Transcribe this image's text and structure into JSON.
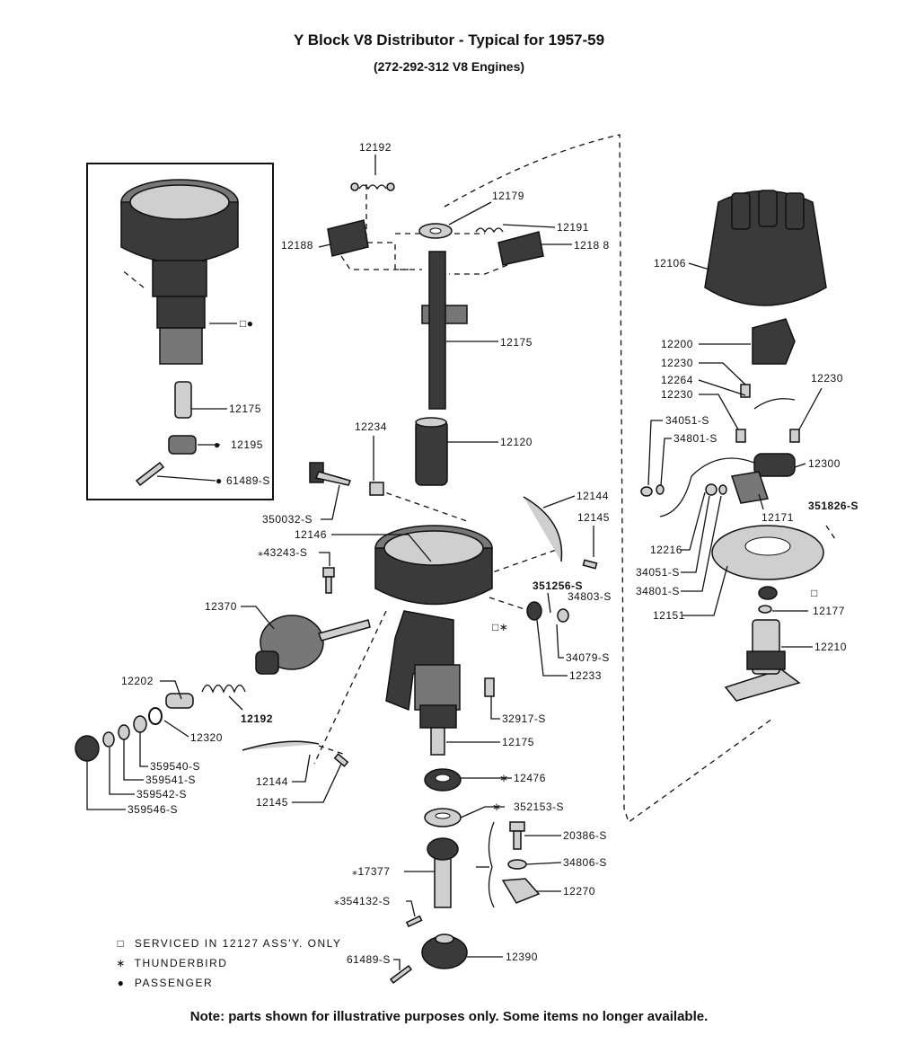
{
  "header": {
    "title": "Y Block V8 Distributor - Typical for 1957-59",
    "subtitle": "(272-292-312 V8 Engines)"
  },
  "labels": {
    "p12192_top": "12192",
    "p12179": "12179",
    "p12191": "12191",
    "p12188_left": "12188",
    "p12188_right": "1218 8",
    "p12106": "12106",
    "p12175_upper": "12175",
    "p12175_inset": "12175",
    "p12195_inset": "12195",
    "p61489_inset": "61489-S",
    "p12234": "12234",
    "p12120": "12120",
    "p12200": "12200",
    "p12230_a": "12230",
    "p12264": "12264",
    "p12230_b": "12230",
    "p12230_c": "12230",
    "p34051_top": "34051-S",
    "p34801_top": "34801-S",
    "p12300": "12300",
    "p12144_top": "12144",
    "p12145_top": "12145",
    "p350032": "350032-S",
    "p12146": "12146",
    "p43243": "⁎43243-S",
    "p351256": "351256-S",
    "p34803": "34803-S",
    "p12216": "12216",
    "p34051_bot": "34051-S",
    "p34801_bot": "34801-S",
    "p12171": "12171",
    "p351826": "351826-S",
    "p12370": "12370",
    "p12151": "12151",
    "p12177": "12177",
    "p34079": "34079-S",
    "p12233": "12233",
    "p12210": "12210",
    "p12202": "12202",
    "p12192_bot": "12192",
    "p32917": "32917-S",
    "p12320": "12320",
    "p12175_lower": "12175",
    "p359540": "359540-S",
    "p359541": "359541-S",
    "p359542": "359542-S",
    "p359546": "359546-S",
    "p12144_bot": "12144",
    "p12145_bot": "12145",
    "p12476": "12476",
    "p352153": "352153-S",
    "p20386": "20386-S",
    "p17377": "⁎17377",
    "p34806": "34806-S",
    "p12270": "12270",
    "p354132": "⁎354132-S",
    "p61489_bot": "61489-S",
    "p12390": "12390"
  },
  "legend": [
    {
      "symbol": "□",
      "text": "SERVICED IN 12127 ASS'Y. ONLY"
    },
    {
      "symbol": "∗",
      "text": "THUNDERBIRD"
    },
    {
      "symbol": "●",
      "text": "PASSENGER"
    }
  ],
  "markers": {
    "inset_housing": "□●",
    "inset_12195": "●",
    "inset_61489": "●",
    "main_housing": "□∗",
    "nut_12177": "□",
    "p12476": "∗",
    "p352153": "∗"
  },
  "footer": {
    "note": "Note: parts shown for illustrative purposes only. Some items no longer available."
  }
}
